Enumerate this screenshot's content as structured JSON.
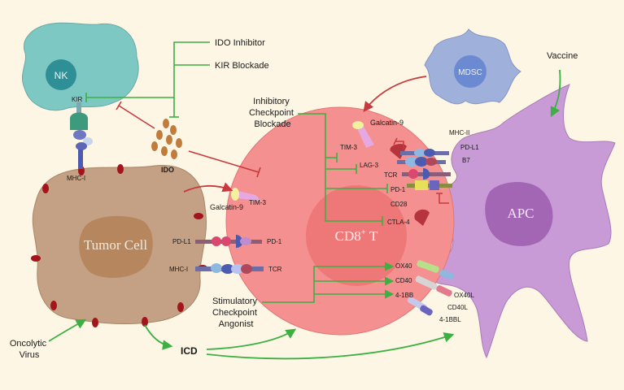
{
  "cells": {
    "nk": "NK",
    "tumor": "Tumor Cell",
    "cd8_main": "CD8",
    "cd8_sup": "+",
    "cd8_suffix": " T",
    "mdsc": "MDSC",
    "apc": "APC"
  },
  "interventions": {
    "ido_inhibitor": "IDO Inhibitor",
    "kir_blockade": "KIR Blockade",
    "inhibitory_1": "Inhibitory",
    "inhibitory_2": "Checkpoint",
    "inhibitory_3": "Blockade",
    "stimulatory_1": "Stimulatory",
    "stimulatory_2": "Checkpoint",
    "stimulatory_3": "Angonist",
    "vaccine": "Vaccine",
    "oncolytic_1": "Oncolytic",
    "oncolytic_2": "Virus",
    "icd": "ICD"
  },
  "molecules": {
    "kir": "KIR",
    "mhc1_nk": "MHC-I",
    "ido": "IDO",
    "galectin_tumor": "Galcatin-9",
    "tim3_tumor": "TIM-3",
    "pdl1_tumor": "PD-L1",
    "pd1_tumor": "PD-1",
    "mhc1_tumor": "MHC-I",
    "tcr_tumor": "TCR",
    "galectin_mdsc": "Galcatin-9",
    "tim3": "TIM-3",
    "lag3": "LAG-3",
    "tcr": "TCR",
    "pd1": "PD-1",
    "cd28": "CD28",
    "ctla4": "CTLA-4",
    "mhc2": "MHC-II",
    "pdl1_apc": "PD-L1",
    "b7": "B7",
    "ox40": "OX40",
    "cd40": "CD40",
    "4_1bb": "4-1BB",
    "ox40l": "OX40L",
    "cd40l": "CD40L",
    "4_1bbl": "4-1BBL"
  },
  "colors": {
    "background": "#fdf6e4",
    "nk_cell": "#7ec8c4",
    "tumor_cell": "#c4a184",
    "tumor_nucleus": "#b6875e",
    "cd8_cell": "#f4908f",
    "cd8_nucleus": "#ee7777",
    "mdsc_cell": "#9fb0db",
    "apc_cell": "#c89ad6",
    "apc_nucleus": "#a266b4",
    "stimulate": "#3cb043",
    "inhibit": "#c8383c"
  }
}
